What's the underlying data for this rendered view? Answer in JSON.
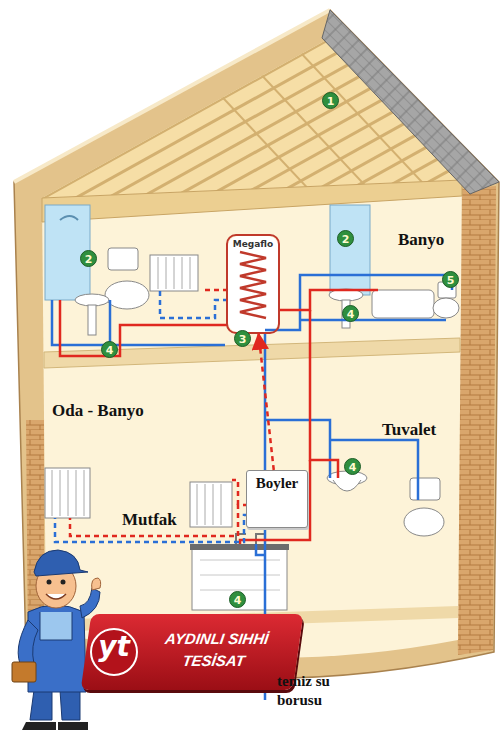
{
  "diagram": {
    "nodes": [
      {
        "text": [
          "Megaflo"
        ]
      },
      {
        "text": [
          "Boyler"
        ]
      },
      {
        "text": [
          "AYDINLI SIHHİ TESİSAT"
        ]
      }
    ],
    "edges": [
      {
        "from": 1,
        "to": 0,
        "arrow": "to"
      }
    ],
    "labels": [
      "1",
      "2",
      "2",
      "Banyo",
      "5",
      "4",
      "3",
      "4",
      "Oda - Banyo",
      "Tuvalet",
      "4",
      "Mutfak",
      "4",
      "yt",
      "temiz su borusu"
    ]
  }
}
